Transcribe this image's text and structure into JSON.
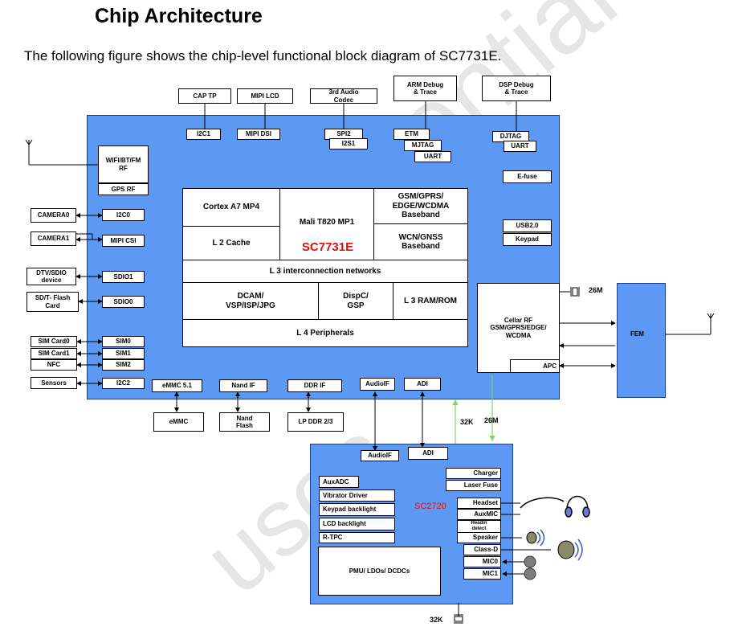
{
  "heading": "Chip Architecture",
  "intro": "The following figure shows the chip-level functional block diagram of SC7731E.",
  "watermark": "nfidential",
  "watermark2": "usoc",
  "ext": {
    "cap_tp": "CAP TP",
    "mipi_lcd": "MIPI LCD",
    "audio_codec": "3rd Audio\nCodec",
    "arm_debug": "ARM Debug\n& Trace",
    "dsp_debug": "DSP Debug\n& Trace",
    "camera0": "CAMERA0",
    "camera1": "CAMERA1",
    "dtv_sdio": "DTV/SDIO\ndevice",
    "sd_flash": "SD/T- Flash\nCard",
    "sim_card0": "SIM Card0",
    "sim_card1": "SIM Card1",
    "nfc": "NFC",
    "sensors": "Sensors",
    "emmc": "eMMC",
    "nand_flash": "Nand\nFlash",
    "lp_ddr": "LP DDR   2/3",
    "fem": "FEM"
  },
  "chip": {
    "i2c1": "I2C1",
    "mipi_dsi": "MIPI DSI",
    "spi2": "SPI2",
    "i2s1": "I2S1",
    "etm": "ETM",
    "mjtag": "MJTAG",
    "uart_arm": "UART",
    "djtag": "DJTAG",
    "uart_dsp": "UART",
    "wifi": "WIFI/BT/FM\nRF",
    "gps": "GPS RF",
    "efuse": "E-fuse",
    "usb": "USB2.0",
    "keypad": "Keypad",
    "i2c0": "I2C0",
    "mipi_csi": "MIPI CSI",
    "sdio1": "SDIO1",
    "sdio0": "SDIO0",
    "sim0": "SIM0",
    "sim1": "SIM1",
    "sim2": "SIM2",
    "i2c2": "I2C2",
    "emmc_if": "eMMC  5.1",
    "nand_if": "Nand IF",
    "ddr_if": "DDR IF",
    "audio_if": "AudioIF",
    "adi": "ADI",
    "cortex": "Cortex A7 MP4",
    "mali": "Mali T820 MP1",
    "gsm": "GSM/GPRS/\nEDGE/WCDMA\nBaseband",
    "l2": "L 2 Cache",
    "wcn": "WCN/GNSS\nBaseband",
    "chip_name": "SC7731E",
    "l3": "L 3    interconnection networks",
    "dcam": "DCAM/\nVSP/ISP/JPG",
    "dispc": "DispC/\nGSP",
    "l3ram": "L 3 RAM/ROM",
    "l4": "L 4  Peripherals",
    "cellar": "Cellar RF\nGSM/GPRS/EDGE/\nWCDMA",
    "apc": "APC"
  },
  "pmic": {
    "name": "SC2720",
    "audio_if": "AudioIF",
    "adi": "ADI",
    "aux_adc": "AuxADC",
    "vibrator": "Vibrator Driver",
    "keypad_bl": "Keypad  backlight",
    "lcd_bl": "LCD backlight",
    "rtpc": "R-TPC",
    "pmu": "PMU/ LDOs/ DCDCs",
    "charger": "Charger",
    "laser_fuse": "Laser Fuse",
    "headset": "Headset",
    "auxmic": "AuxMIC",
    "headin": "Headin\ndetect",
    "speaker": "Speaker",
    "classd": "Class-D",
    "mic0": "MIC0",
    "mic1": "MIC1"
  },
  "labels": {
    "clk_26m_top": "26M",
    "clk_32k": "32K",
    "clk_26m": "26M",
    "clk_32k_bottom": "32K"
  }
}
